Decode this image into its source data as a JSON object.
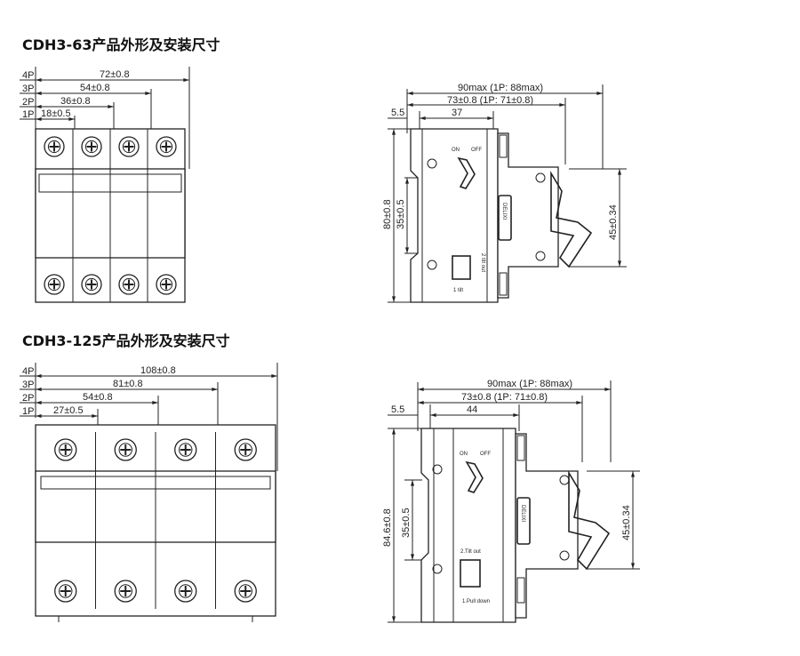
{
  "sections": [
    {
      "title": "CDH3-63产品外形及安装尺寸",
      "front": {
        "rows": [
          {
            "pole": "4P",
            "dim": "72±0.8"
          },
          {
            "pole": "3P",
            "dim": "54±0.8"
          },
          {
            "pole": "2P",
            "dim": "36±0.8"
          },
          {
            "pole": "1P",
            "dim": "18±0.5"
          }
        ]
      },
      "side": {
        "overall": "90max (1P: 88max)",
        "depth": "73±0.8 (1P: 71±0.8)",
        "offset": "5.5",
        "front_depth": "37",
        "height": "80±0.8",
        "rail": "35±0.5",
        "window": "45±0.34",
        "on": "ON",
        "off": "OFF",
        "step2": "2 tilt out",
        "step1": "1 tilt"
      }
    },
    {
      "title": "CDH3-125产品外形及安装尺寸",
      "front": {
        "rows": [
          {
            "pole": "4P",
            "dim": "108±0.8"
          },
          {
            "pole": "3P",
            "dim": "81±0.8"
          },
          {
            "pole": "2P",
            "dim": "54±0.8"
          },
          {
            "pole": "1P",
            "dim": "27±0.5"
          }
        ]
      },
      "side": {
        "overall": "90max (1P: 88max)",
        "depth": "73±0.8 (1P: 71±0.8)",
        "offset": "5.5",
        "front_depth": "44",
        "height": "84.6±0.8",
        "rail": "35±0.5",
        "window": "45±0.34",
        "on": "ON",
        "off": "OFF",
        "step2": "2.Tilt out",
        "step1": "1.Pull down"
      }
    }
  ],
  "logo_text": "DELIXI"
}
